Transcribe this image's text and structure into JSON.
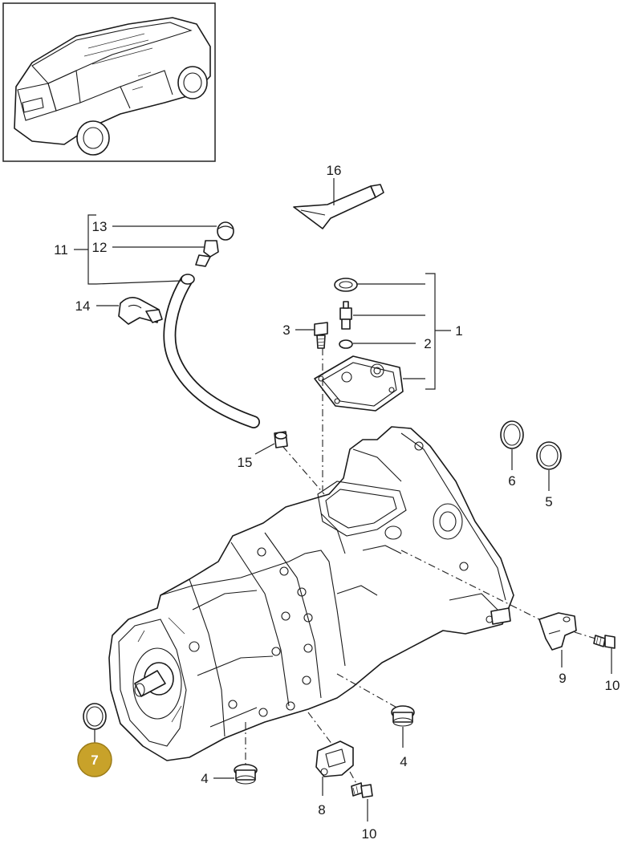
{
  "diagram": {
    "highlight_color": "#c8a22a",
    "callouts": {
      "c1": "1",
      "c2": "2",
      "c3": "3",
      "c4a": "4",
      "c4b": "4",
      "c5": "5",
      "c6": "6",
      "c7": "7",
      "c8": "8",
      "c9": "9",
      "c10a": "10",
      "c10b": "10",
      "c11": "11",
      "c12": "12",
      "c13": "13",
      "c14": "14",
      "c15": "15",
      "c16": "16"
    },
    "highlighted_callout": "7"
  }
}
